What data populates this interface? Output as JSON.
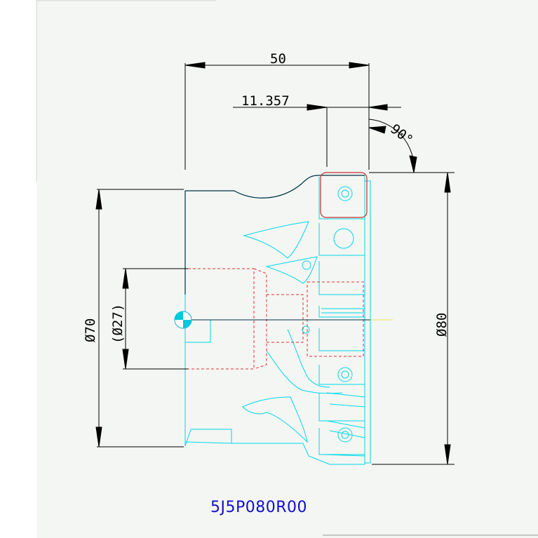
{
  "drawing": {
    "part_number": "5J5P080R00",
    "dimensions": {
      "width_top": "50",
      "offset": "11.357",
      "angle": "90°",
      "diameter_outer": "Ø80",
      "diameter_body": "Ø70",
      "diameter_bore": "(Ø27)"
    }
  },
  "colors": {
    "background_panel": "#f4f6f3",
    "outline": "#00d8e8",
    "hidden_lines": "#e03030",
    "dimension": "#000000",
    "part_text": "#1010cc",
    "highlight_box": "#c03030"
  }
}
